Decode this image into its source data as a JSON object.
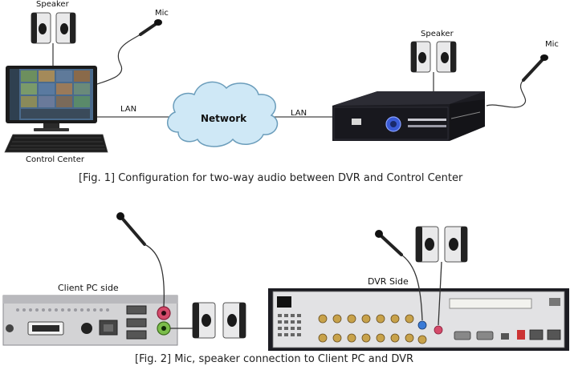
{
  "fig1": {
    "speaker_left_label": "Speaker",
    "mic_left_label": "Mic",
    "lan_left_label": "LAN",
    "network_label": "Network",
    "lan_right_label": "LAN",
    "speaker_right_label": "Speaker",
    "mic_right_label": "Mic",
    "control_center_label": "Control Center",
    "caption": "[Fig. 1] Configuration for two-way audio between DVR and Control Center"
  },
  "fig2": {
    "client_pc_label": "Client PC side",
    "dvr_side_label": "DVR Side",
    "caption": "[Fig. 2] Mic, speaker connection to Client PC and DVR"
  },
  "colors": {
    "cloud_fill": "#cfe8f6",
    "cloud_stroke": "#6b9dbb",
    "mic_port": "#d44a6a",
    "speaker_port": "#7bbd4a",
    "dvr_body": "#1c1c22"
  }
}
